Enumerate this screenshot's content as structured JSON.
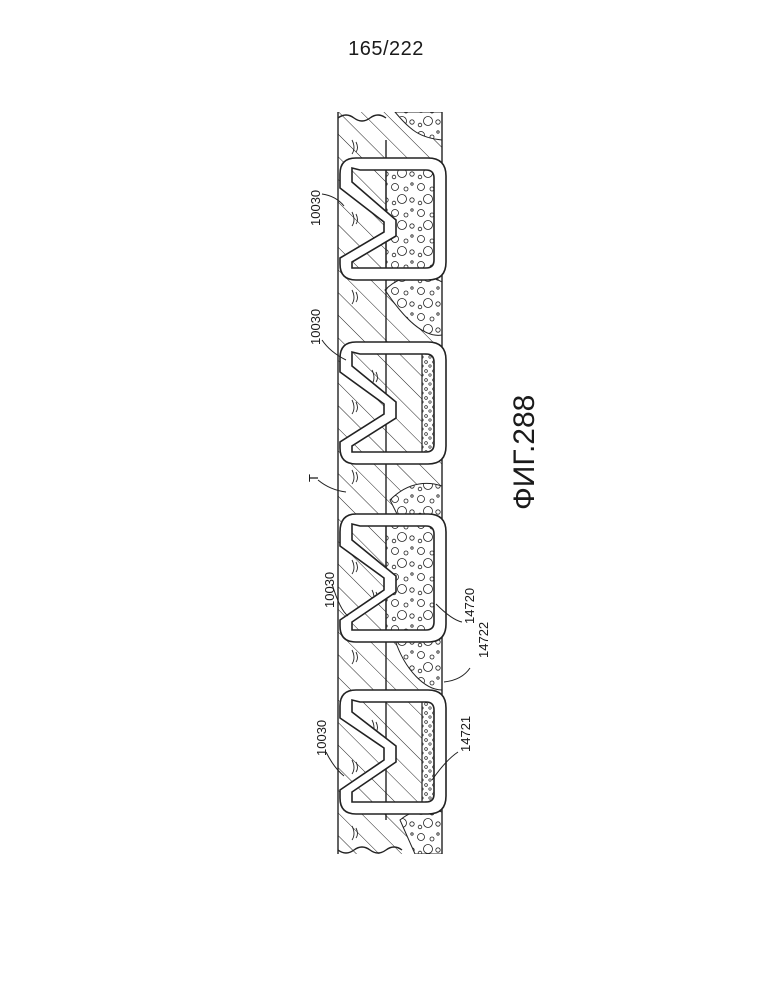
{
  "page_number": "165/222",
  "figure_caption": "ФИГ.288",
  "reference_labels": {
    "label_10030_a": "10030",
    "label_10030_b": "10030",
    "label_t": "T",
    "label_10030_c": "10030",
    "label_14720": "14720",
    "label_14722": "14722",
    "label_10030_d": "10030",
    "label_14721": "14721"
  }
}
